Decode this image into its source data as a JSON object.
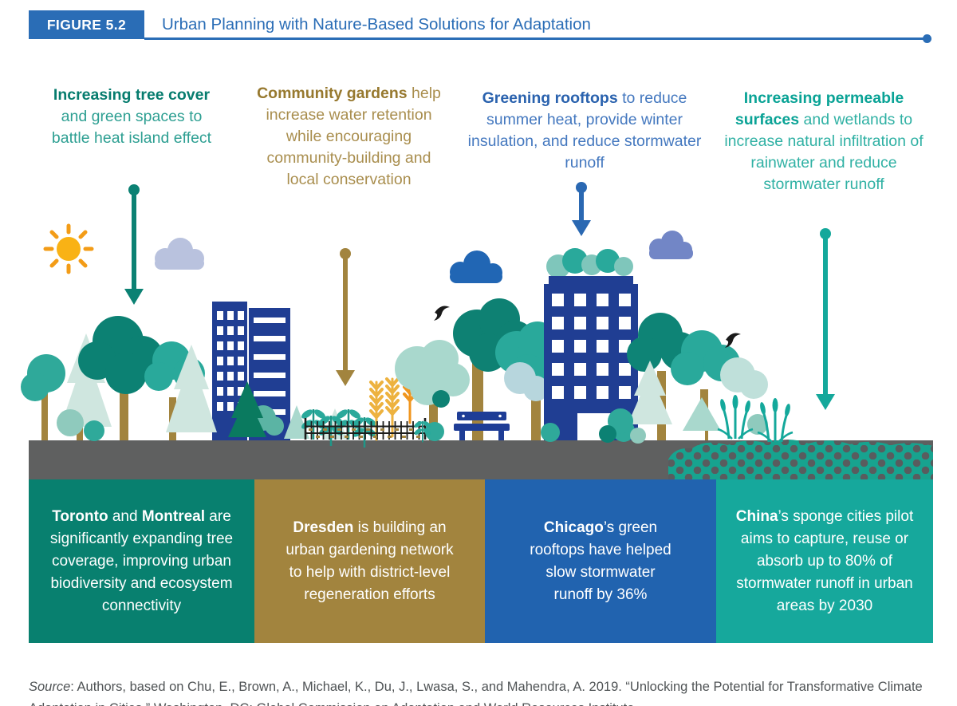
{
  "header": {
    "figure_label": "FIGURE 5.2",
    "title": "Urban Planning with Nature-Based Solutions for Adaptation"
  },
  "annotations": {
    "tree_cover": {
      "bold": "Increasing tree cover",
      "rest": " and green spaces to battle heat island effect"
    },
    "community_gardens": {
      "bold": "Community gardens",
      "rest": " help increase water retention while encouraging community-building and local conservation"
    },
    "greening_rooftops": {
      "bold": "Greening rooftops",
      "rest": " to reduce summer heat, provide winter insulation, and reduce stormwater runoff"
    },
    "permeable_surfaces": {
      "bold": "Increasing permeable surfaces",
      "rest": " and wetlands to increase natural infiltration of rainwater and reduce stormwater runoff"
    }
  },
  "city_boxes": {
    "toronto_montreal": {
      "bold1": "Toronto",
      "mid": " and ",
      "bold2": "Montreal",
      "rest": " are significantly expanding tree coverage, improving urban biodiversity and ecosystem connectivity"
    },
    "dresden": {
      "bold": "Dresden",
      "rest": " is building an urban gardening network to help with district-level regeneration efforts"
    },
    "chicago": {
      "bold": "Chicago",
      "rest": "’s green rooftops have helped slow stormwater runoff by 36%"
    },
    "china": {
      "bold": "China",
      "rest": "’s sponge cities pilot aims to capture, reuse or absorb up to 80% of stormwater runoff in urban areas by 2030"
    }
  },
  "source": {
    "label_italic": "Source",
    "text": ": Authors, based on Chu, E., Brown, A., Michael, K., Du, J., Lwasa, S., and Mahendra, A. 2019. “Unlocking the Potential for Transformative Climate Adaptation in Cities.” Washington, DC: Global Commission on Adaptation and World Resources Institute."
  },
  "colors": {
    "header_blue": "#2a6db6",
    "annotation_teal_dark": "#067c6e",
    "annotation_gold": "#a2843e",
    "annotation_blue": "#2a62ae",
    "annotation_teal": "#14a89b",
    "box_teal_dark": "#08806f",
    "box_gold": "#a2843e",
    "box_blue": "#2163af",
    "box_teal": "#16a89c",
    "ground_gray": "#5f6060",
    "permeable_teal": "#17a38f",
    "permeable_dot_gray": "#595c5e",
    "building_navy": "#203e93",
    "sun_yellow": "#f9b215",
    "text_white": "#ffffff"
  },
  "scene": {
    "elements": [
      "sun-icon",
      "cloud-icon",
      "tree-icon",
      "pine-tree-icon",
      "building-icon",
      "green-roof-building-icon",
      "community-garden-icon",
      "wheat-icon",
      "park-bench-icon",
      "bird-icon",
      "wetland-reeds-icon",
      "permeable-pavement"
    ]
  }
}
